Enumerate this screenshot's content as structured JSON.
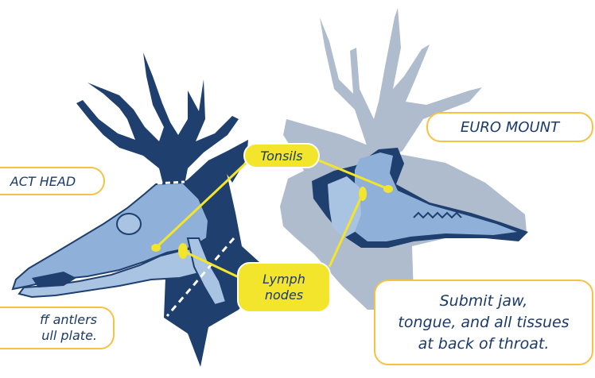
{
  "labels": {
    "left_title": "ACT HEAD",
    "left_instruction_line1": "ff antlers",
    "left_instruction_line2": "ull plate.",
    "right_title": "EURO MOUNT",
    "right_instruction_line1": "Submit jaw,",
    "right_instruction_line2": "tongue, and all tissues",
    "right_instruction_line3": "at back of throat.",
    "tonsils": "Tonsils",
    "lymph_line1": "Lymph",
    "lymph_line2": "nodes"
  },
  "colors": {
    "navy": "#1f3f6e",
    "bone": "#8fb0d8",
    "bone_light": "#a9c3e3",
    "gray_silhouette": "#aebccd",
    "yellow": "#f2e52b",
    "callout_border": "#f5c242",
    "text": "#1b3a6b"
  }
}
